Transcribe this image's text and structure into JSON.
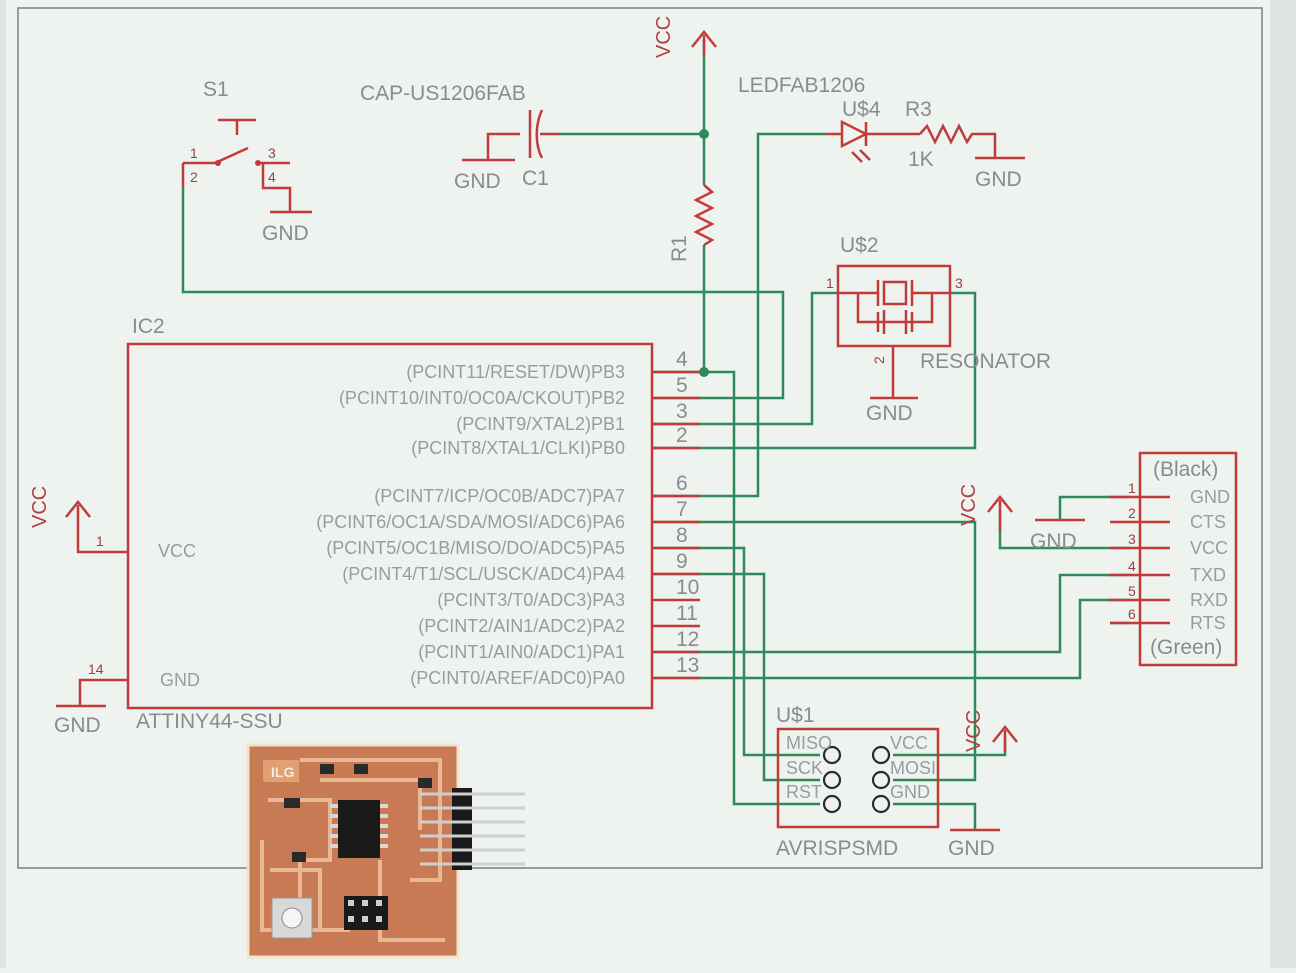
{
  "labels": {
    "vcc_top": "VCC",
    "s1": "S1",
    "s1_pin1": "1",
    "s1_pin2": "2",
    "s1_pin3": "3",
    "s1_pin4": "4",
    "s1_gnd": "GND",
    "cap_part": "CAP-US1206FAB",
    "cap_gnd": "GND",
    "c1": "C1",
    "r1": "R1",
    "led_part": "LEDFAB1206",
    "u4": "U$4",
    "r3": "R3",
    "r3_value": "1K",
    "led_gnd": "GND",
    "u2": "U$2",
    "res_pin1": "1",
    "res_pin2": "2",
    "res_pin3": "3",
    "resonator": "RESONATOR",
    "res_gnd": "GND",
    "ic2": "IC2",
    "ic_part": "ATTINY44-SSU",
    "ic_vcc_pin": "VCC",
    "ic_gnd_pin": "GND",
    "vcc_left": "VCC",
    "gnd_left": "GND",
    "pin1": "1",
    "pin14": "14",
    "u1": "U$1",
    "avr": "AVRISPSMD",
    "isp_gnd": "GND",
    "isp_vcc": "VCC",
    "hdr_vcc": "VCC",
    "hdr_gnd": "GND",
    "hdr_black": "(Black)",
    "hdr_green": "(Green)"
  },
  "ic_pins": [
    {
      "desc": "(PCINT11/RESET/DW)PB3",
      "num": "4"
    },
    {
      "desc": "(PCINT10/INT0/OC0A/CKOUT)PB2",
      "num": "5"
    },
    {
      "desc": "(PCINT9/XTAL2)PB1",
      "num": "3"
    },
    {
      "desc": "(PCINT8/XTAL1/CLKI)PB0",
      "num": "2"
    },
    {
      "desc": "(PCINT7/ICP/OC0B/ADC7)PA7",
      "num": "6"
    },
    {
      "desc": "(PCINT6/OC1A/SDA/MOSI/ADC6)PA6",
      "num": "7"
    },
    {
      "desc": "(PCINT5/OC1B/MISO/DO/ADC5)PA5",
      "num": "8"
    },
    {
      "desc": "(PCINT4/T1/SCL/USCK/ADC4)PA4",
      "num": "9"
    },
    {
      "desc": "(PCINT3/T0/ADC3)PA3",
      "num": "10"
    },
    {
      "desc": "(PCINT2/AIN1/ADC2)PA2",
      "num": "11"
    },
    {
      "desc": "(PCINT1/AIN0/ADC1)PA1",
      "num": "12"
    },
    {
      "desc": "(PCINT0/AREF/ADC0)PA0",
      "num": "13"
    }
  ],
  "header_pins": [
    {
      "num": "1",
      "name": "GND"
    },
    {
      "num": "2",
      "name": "CTS"
    },
    {
      "num": "3",
      "name": "VCC"
    },
    {
      "num": "4",
      "name": "TXD"
    },
    {
      "num": "5",
      "name": "RXD"
    },
    {
      "num": "6",
      "name": "RTS"
    }
  ],
  "isp_pins": {
    "miso": "MISO",
    "vcc": "VCC",
    "sck": "SCK",
    "mosi": "MOSI",
    "rst": "RST",
    "gnd": "GND"
  },
  "board": {
    "logo": "ILG"
  },
  "colors": {
    "component": "#c23b3b",
    "net": "#2e8a5a",
    "paper": "#eef3ef",
    "board": "#c87a55"
  }
}
